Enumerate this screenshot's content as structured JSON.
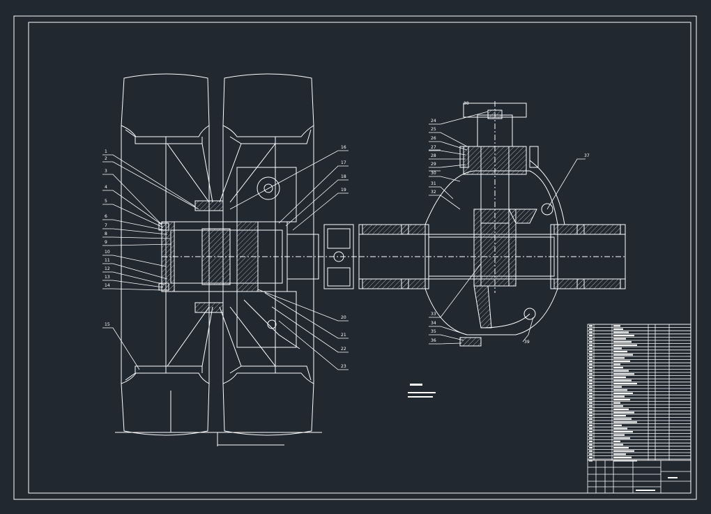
{
  "colors": {
    "background": "#212830",
    "line": "#ffffff",
    "hatch": "#c8c8c8"
  },
  "callouts_left": [
    "1",
    "2",
    "3",
    "4",
    "5",
    "6",
    "7",
    "8",
    "9",
    "10",
    "11",
    "12",
    "13",
    "14"
  ],
  "callouts_left_right": [
    "16",
    "17",
    "18",
    "19"
  ],
  "callouts_left_bottom": [
    "20",
    "21",
    "22",
    "23"
  ],
  "callout_left_tire": "15",
  "callouts_right": [
    "24",
    "25",
    "26",
    "27",
    "28",
    "29",
    "30",
    "31",
    "32"
  ],
  "callouts_right_bottom": [
    "33",
    "34",
    "35",
    "36"
  ],
  "callout_right_top": "37",
  "callout_right_side": "38",
  "callout_right_bottom_side": "39"
}
